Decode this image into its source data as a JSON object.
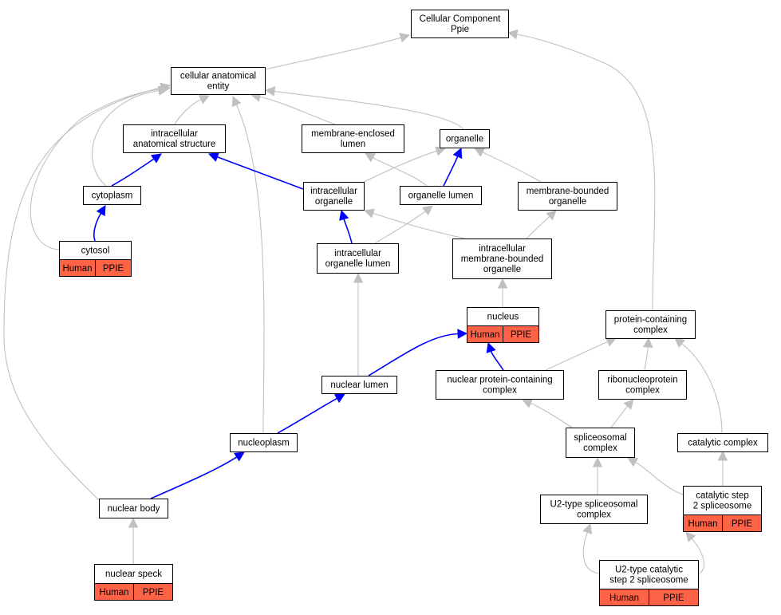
{
  "colors": {
    "annotated": "#ff6347",
    "direct_edge": "#0000ff",
    "inferred_edge": "#c0c0c0"
  },
  "nodes": {
    "cellular_component": {
      "lines": [
        "Cellular Component",
        "Ppie"
      ]
    },
    "cellular_anatomical_entity": {
      "lines": [
        "cellular anatomical",
        "entity"
      ]
    },
    "intracellular_anatomical_structure": {
      "lines": [
        "intracellular",
        "anatomical structure"
      ]
    },
    "membrane_enclosed_lumen": {
      "lines": [
        "membrane-enclosed",
        "lumen"
      ]
    },
    "organelle": {
      "lines": [
        "organelle"
      ]
    },
    "cytoplasm": {
      "lines": [
        "cytoplasm"
      ]
    },
    "intracellular_organelle": {
      "lines": [
        "intracellular",
        "organelle"
      ]
    },
    "organelle_lumen": {
      "lines": [
        "organelle lumen"
      ]
    },
    "membrane_bounded_organelle": {
      "lines": [
        "membrane-bounded",
        "organelle"
      ]
    },
    "cytosol": {
      "lines": [
        "cytosol"
      ],
      "tags": [
        "Human",
        "PPIE"
      ]
    },
    "intracellular_organelle_lumen": {
      "lines": [
        "intracellular",
        "organelle lumen"
      ]
    },
    "intracellular_membrane_bounded_organelle": {
      "lines": [
        "intracellular",
        "membrane-bounded",
        "organelle"
      ]
    },
    "nucleus": {
      "lines": [
        "nucleus"
      ],
      "tags": [
        "Human",
        "PPIE"
      ]
    },
    "protein_containing_complex": {
      "lines": [
        "protein-containing",
        "complex"
      ]
    },
    "nuclear_lumen": {
      "lines": [
        "nuclear lumen"
      ]
    },
    "nuclear_protein_containing_complex": {
      "lines": [
        "nuclear protein-containing",
        "complex"
      ]
    },
    "ribonucleoprotein_complex": {
      "lines": [
        "ribonucleoprotein",
        "complex"
      ]
    },
    "nucleoplasm": {
      "lines": [
        "nucleoplasm"
      ]
    },
    "spliceosomal_complex": {
      "lines": [
        "spliceosomal",
        "complex"
      ]
    },
    "catalytic_complex": {
      "lines": [
        "catalytic complex"
      ]
    },
    "nuclear_body": {
      "lines": [
        "nuclear body"
      ]
    },
    "u2_type_spliceosomal_complex": {
      "lines": [
        "U2-type spliceosomal",
        "complex"
      ]
    },
    "catalytic_step_2_spliceosome": {
      "lines": [
        "catalytic step",
        "2 spliceosome"
      ],
      "tags": [
        "Human",
        "PPIE"
      ]
    },
    "nuclear_speck": {
      "lines": [
        "nuclear speck"
      ],
      "tags": [
        "Human",
        "PPIE"
      ]
    },
    "u2_type_catalytic_step_2_spliceosome": {
      "lines": [
        "U2-type catalytic",
        "step 2 spliceosome"
      ],
      "tags": [
        "Human",
        "PPIE"
      ]
    }
  },
  "edges": [
    {
      "from": "cellular_anatomical_entity",
      "to": "cellular_component",
      "type": "gray"
    },
    {
      "from": "protein_containing_complex",
      "to": "cellular_component",
      "type": "gray"
    },
    {
      "from": "intracellular_anatomical_structure",
      "to": "cellular_anatomical_entity",
      "type": "gray"
    },
    {
      "from": "membrane_enclosed_lumen",
      "to": "cellular_anatomical_entity",
      "type": "gray"
    },
    {
      "from": "organelle",
      "to": "cellular_anatomical_entity",
      "type": "gray"
    },
    {
      "from": "cytoplasm",
      "to": "cellular_anatomical_entity",
      "type": "gray"
    },
    {
      "from": "cytosol",
      "to": "cellular_anatomical_entity",
      "type": "gray"
    },
    {
      "from": "nuclear_body",
      "to": "cellular_anatomical_entity",
      "type": "gray"
    },
    {
      "from": "nucleoplasm",
      "to": "cellular_anatomical_entity",
      "type": "gray"
    },
    {
      "from": "cytoplasm",
      "to": "intracellular_anatomical_structure",
      "type": "blue"
    },
    {
      "from": "intracellular_organelle",
      "to": "intracellular_anatomical_structure",
      "type": "blue"
    },
    {
      "from": "cytosol",
      "to": "cytoplasm",
      "type": "blue"
    },
    {
      "from": "organelle_lumen",
      "to": "membrane_enclosed_lumen",
      "type": "gray"
    },
    {
      "from": "organelle_lumen",
      "to": "organelle",
      "type": "blue"
    },
    {
      "from": "intracellular_organelle",
      "to": "organelle",
      "type": "gray"
    },
    {
      "from": "membrane_bounded_organelle",
      "to": "organelle",
      "type": "gray"
    },
    {
      "from": "intracellular_organelle_lumen",
      "to": "intracellular_organelle",
      "type": "blue"
    },
    {
      "from": "intracellular_organelle_lumen",
      "to": "organelle_lumen",
      "type": "gray"
    },
    {
      "from": "intracellular_membrane_bounded_organelle",
      "to": "intracellular_organelle",
      "type": "gray"
    },
    {
      "from": "intracellular_membrane_bounded_organelle",
      "to": "membrane_bounded_organelle",
      "type": "gray"
    },
    {
      "from": "nucleus",
      "to": "intracellular_membrane_bounded_organelle",
      "type": "gray"
    },
    {
      "from": "nuclear_lumen",
      "to": "intracellular_organelle_lumen",
      "type": "gray"
    },
    {
      "from": "nuclear_lumen",
      "to": "nucleus",
      "type": "blue"
    },
    {
      "from": "nuclear_protein_containing_complex",
      "to": "nucleus",
      "type": "blue"
    },
    {
      "from": "nuclear_protein_containing_complex",
      "to": "protein_containing_complex",
      "type": "gray"
    },
    {
      "from": "ribonucleoprotein_complex",
      "to": "protein_containing_complex",
      "type": "gray"
    },
    {
      "from": "catalytic_complex",
      "to": "protein_containing_complex",
      "type": "gray"
    },
    {
      "from": "nucleoplasm",
      "to": "nuclear_lumen",
      "type": "blue"
    },
    {
      "from": "nuclear_body",
      "to": "nucleoplasm",
      "type": "blue"
    },
    {
      "from": "spliceosomal_complex",
      "to": "nuclear_protein_containing_complex",
      "type": "gray"
    },
    {
      "from": "spliceosomal_complex",
      "to": "ribonucleoprotein_complex",
      "type": "gray"
    },
    {
      "from": "catalytic_step_2_spliceosome",
      "to": "spliceosomal_complex",
      "type": "gray"
    },
    {
      "from": "catalytic_step_2_spliceosome",
      "to": "catalytic_complex",
      "type": "gray"
    },
    {
      "from": "u2_type_spliceosomal_complex",
      "to": "spliceosomal_complex",
      "type": "gray"
    },
    {
      "from": "nuclear_speck",
      "to": "nuclear_body",
      "type": "gray"
    },
    {
      "from": "u2_type_catalytic_step_2_spliceosome",
      "to": "u2_type_spliceosomal_complex",
      "type": "gray"
    },
    {
      "from": "u2_type_catalytic_step_2_spliceosome",
      "to": "catalytic_step_2_spliceosome",
      "type": "gray"
    }
  ]
}
